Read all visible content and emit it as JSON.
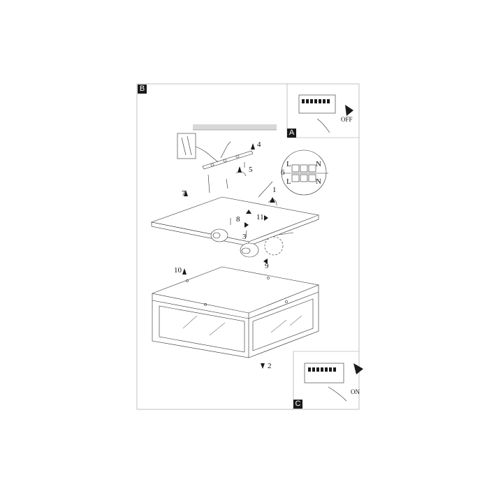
{
  "panels": {
    "main_label": "B",
    "inset_top_label": "A",
    "inset_bottom_label": "C"
  },
  "switch_states": {
    "top": "OFF",
    "bottom": "ON"
  },
  "terminal_labels": {
    "l_top": "L",
    "n_top": "N",
    "l_bottom": "L",
    "n_bottom": "N"
  },
  "callouts": {
    "c1": "1",
    "c2": "2",
    "c3": "3",
    "c4": "4",
    "c5": "5",
    "c6": "6",
    "c7": "7",
    "c8": "8",
    "c9": "9",
    "c10": "10",
    "c11": "11"
  },
  "colors": {
    "line": "#2a2a2a",
    "fill_dark": "#1a1a1a",
    "hatch": "#bdbdbd"
  }
}
